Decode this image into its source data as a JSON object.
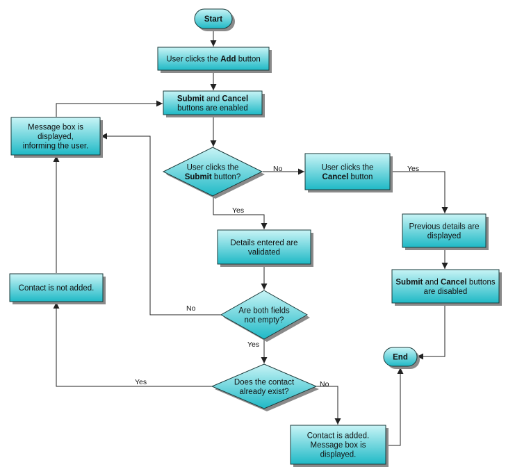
{
  "nodes": {
    "start": {
      "lines": [
        [
          {
            "t": "Start",
            "b": true
          }
        ]
      ]
    },
    "add": {
      "lines": [
        [
          {
            "t": "User clicks the "
          },
          {
            "t": "Add",
            "b": true
          },
          {
            "t": " button"
          }
        ]
      ]
    },
    "enabled": {
      "lines": [
        [
          {
            "t": "Submit",
            "b": true
          },
          {
            "t": " and "
          },
          {
            "t": "Cancel",
            "b": true
          }
        ],
        [
          {
            "t": "buttons are enabled"
          }
        ]
      ]
    },
    "msgbox": {
      "lines": [
        [
          {
            "t": "Message box is"
          }
        ],
        [
          {
            "t": "displayed,"
          }
        ],
        [
          {
            "t": "informing the user."
          }
        ]
      ]
    },
    "submit_q": {
      "lines": [
        [
          {
            "t": "User clicks the"
          }
        ],
        [
          {
            "t": "Submit",
            "b": true
          },
          {
            "t": " button?"
          }
        ]
      ]
    },
    "cancel": {
      "lines": [
        [
          {
            "t": "User clicks the"
          }
        ],
        [
          {
            "t": "Cancel",
            "b": true
          },
          {
            "t": " button"
          }
        ]
      ]
    },
    "validated": {
      "lines": [
        [
          {
            "t": "Details entered are"
          }
        ],
        [
          {
            "t": "validated"
          }
        ]
      ]
    },
    "prev": {
      "lines": [
        [
          {
            "t": "Previous details are"
          }
        ],
        [
          {
            "t": "displayed"
          }
        ]
      ]
    },
    "notadded": {
      "lines": [
        [
          {
            "t": "Contact is not added."
          }
        ]
      ]
    },
    "fields_q": {
      "lines": [
        [
          {
            "t": "Are both fields"
          }
        ],
        [
          {
            "t": "not empty?"
          }
        ]
      ]
    },
    "disabled": {
      "lines": [
        [
          {
            "t": "Submit",
            "b": true
          },
          {
            "t": " and "
          },
          {
            "t": "Cancel",
            "b": true
          },
          {
            "t": " buttons"
          }
        ],
        [
          {
            "t": "are disabled"
          }
        ]
      ]
    },
    "end": {
      "lines": [
        [
          {
            "t": "End",
            "b": true
          }
        ]
      ]
    },
    "exist_q": {
      "lines": [
        [
          {
            "t": "Does the contact"
          }
        ],
        [
          {
            "t": "already exist?"
          }
        ]
      ]
    },
    "added": {
      "lines": [
        [
          {
            "t": "Contact is added."
          }
        ],
        [
          {
            "t": "Message box is"
          }
        ],
        [
          {
            "t": "displayed."
          }
        ]
      ]
    }
  },
  "edge_labels": {
    "submit_no": "No",
    "submit_yes": "Yes",
    "cancel_yes": "Yes",
    "fields_no": "No",
    "fields_yes": "Yes",
    "exist_yes": "Yes",
    "exist_no": "No"
  },
  "colors": {
    "fill_top": "#c8f4f6",
    "fill_bottom": "#1fb9c6",
    "shadow": "#8a8a8a",
    "stroke": "#1a3a3a",
    "line": "#222222"
  }
}
